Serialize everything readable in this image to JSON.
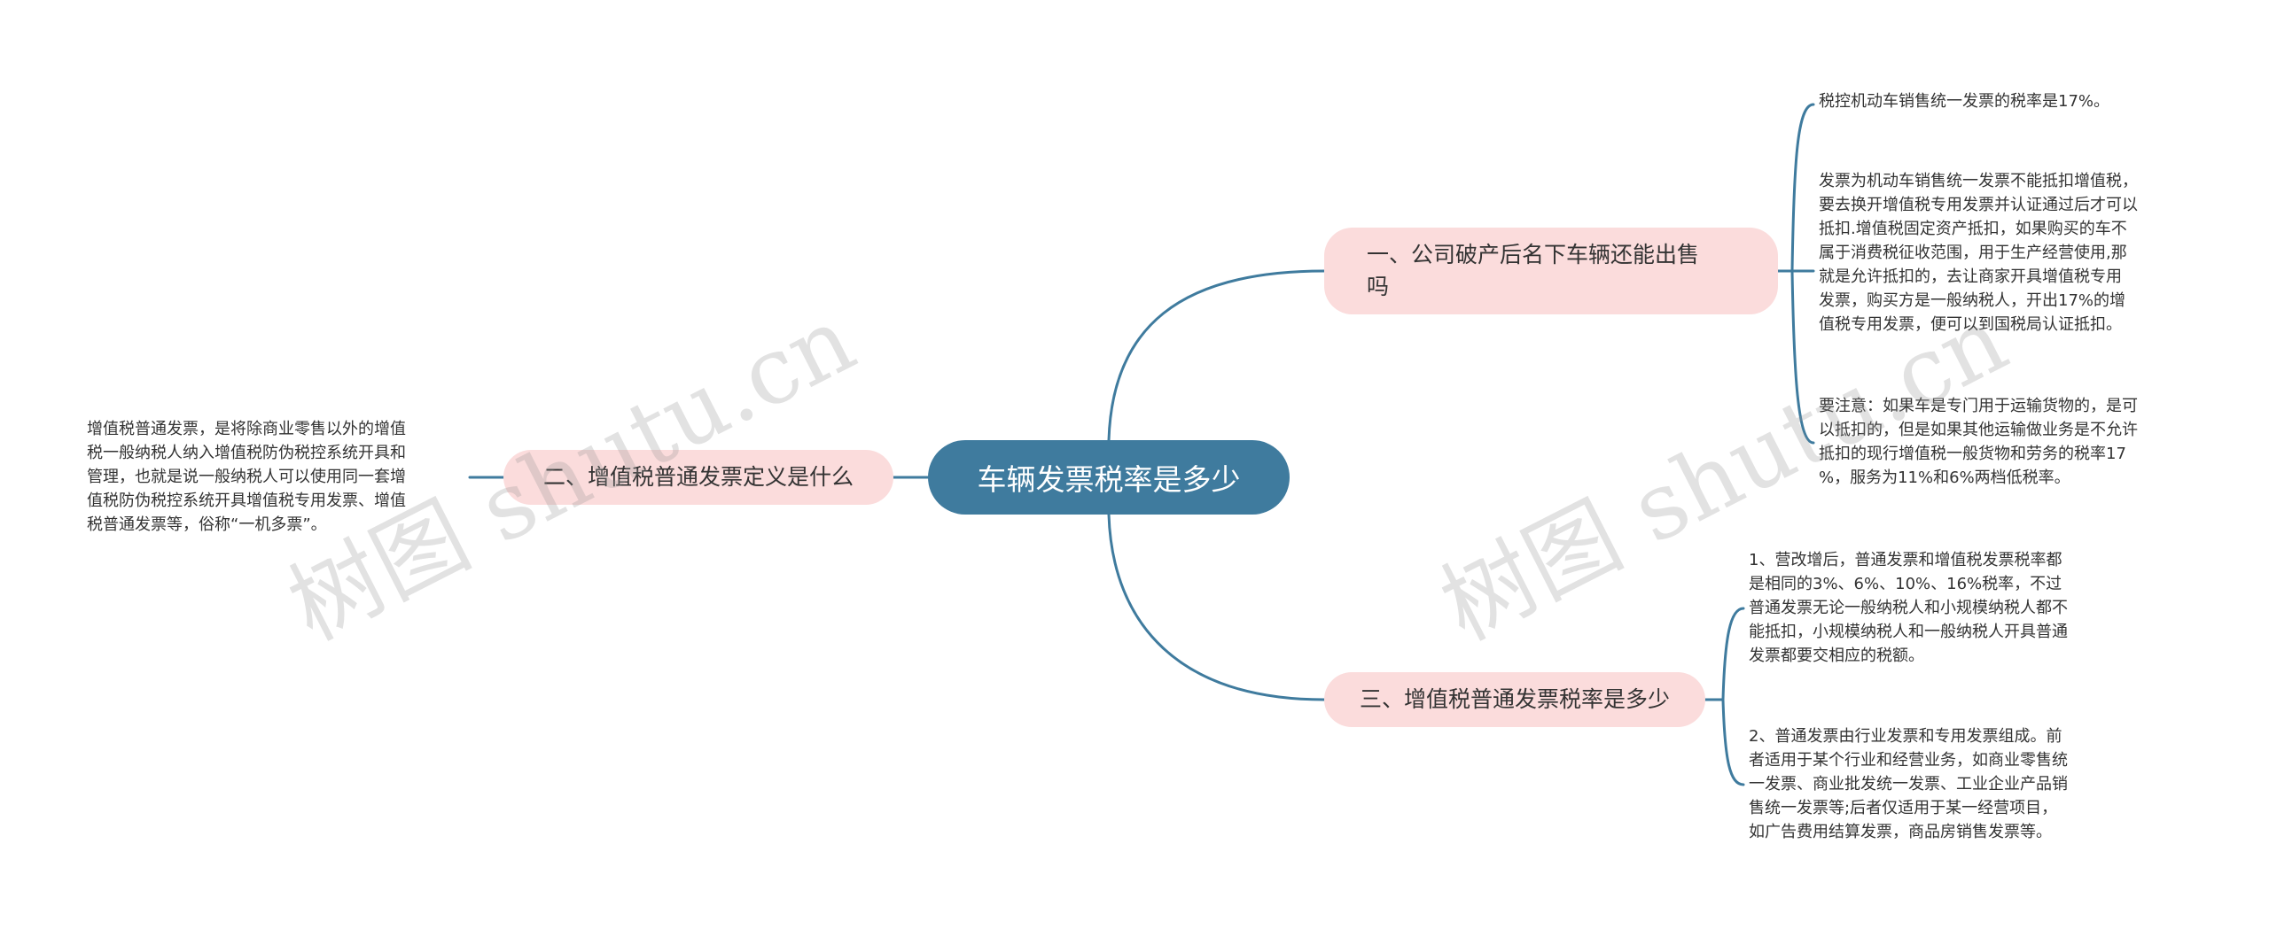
{
  "root": {
    "label": "车辆发票税率是多少"
  },
  "branches": [
    {
      "label": "一、公司破产后名下车辆还能出售\n吗",
      "leaves": [
        "税控机动车销售统一发票的税率是17%。",
        "发票为机动车销售统一发票不能抵扣增值税，\n要去换开增值税专用发票并认证通过后才可以\n抵扣.增值税固定资产抵扣，如果购买的车不\n属于消费税征收范围，用于生产经营使用,那\n就是允许抵扣的，去让商家开具增值税专用\n发票，购买方是一般纳税人，开出17%的增\n值税专用发票，便可以到国税局认证抵扣。",
        "要注意：如果车是专门用于运输货物的，是可\n以抵扣的，但是如果其他运输做业务是不允许\n抵扣的现行增值税一般货物和劳务的税率17\n%，服务为11%和6%两档低税率。"
      ]
    },
    {
      "label": "二、增值税普通发票定义是什么",
      "leaves": [
        "增值税普通发票，是将除商业零售以外的增值\n税一般纳税人纳入增值税防伪税控系统开具和\n管理，也就是说一般纳税人可以使用同一套增\n值税防伪税控系统开具增值税专用发票、增值\n税普通发票等，俗称“一机多票”。"
      ]
    },
    {
      "label": "三、增值税普通发票税率是多少",
      "leaves": [
        "1、营改增后，普通发票和增值税发票税率都\n是相同的3%、6%、10%、16%税率，不过\n普通发票无论一般纳税人和小规模纳税人都不\n能抵扣，小规模纳税人和一般纳税人开具普通\n发票都要交相应的税额。",
        "2、普通发票由行业发票和专用发票组成。前\n者适用于某个行业和经营业务，如商业零售统\n一发票、商业批发统一发票、工业企业产品销\n售统一发票等;后者仅适用于某一经营项目，\n如广告费用结算发票，商品房销售发票等。"
      ]
    }
  ],
  "watermark": "树图 shutu.cn",
  "colors": {
    "root_fill": "#3f7b9e",
    "branch_fill": "#fbdcdc",
    "connector": "#3f7b9e",
    "text": "#333333"
  }
}
